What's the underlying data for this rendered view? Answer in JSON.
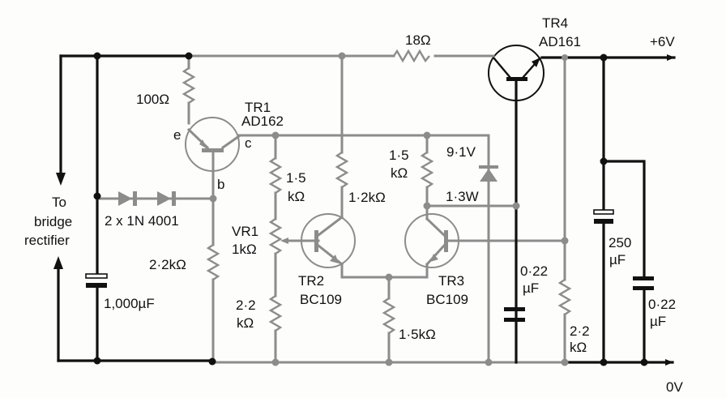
{
  "diagram": {
    "type": "circuit-schematic",
    "title": "6V regulated power supply",
    "terminals": {
      "positive_output": "+6V",
      "ground_output": "0V",
      "input_line1": "To",
      "input_line2": "bridge",
      "input_line3": "rectifier"
    },
    "components": {
      "r_100": "100Ω",
      "r_18": "18Ω",
      "tr1_name": "TR1",
      "tr1_part": "AD162",
      "tr1_e": "e",
      "tr1_c": "c",
      "tr1_b": "b",
      "diodes": "2 x 1N 4001",
      "r_2k2_left": "2·2kΩ",
      "c_1000": "1,000µF",
      "r_1k5_a1": "1·5",
      "r_1k5_a2": "kΩ",
      "vr1_name": "VR1",
      "vr1_val": "1kΩ",
      "r_2k2_mid1": "2·2",
      "r_2k2_mid2": "kΩ",
      "r_1k2": "1·2kΩ",
      "tr2_name": "TR2",
      "tr2_part": "BC109",
      "r_1k5_tail": "1·5kΩ",
      "r_1k5_b1": "1·5",
      "r_1k5_b2": "kΩ",
      "zener_v": "9·1V",
      "zener_w": "1·3W",
      "tr3_name": "TR3",
      "tr3_part": "BC109",
      "c_022_a1": "0·22",
      "c_022_a2": "µF",
      "r_2k2_right1": "2·2",
      "r_2k2_right2": "kΩ",
      "tr4_name": "TR4",
      "tr4_part": "AD161",
      "c_250_1": "250",
      "c_250_2": "µF",
      "c_022_b1": "0·22",
      "c_022_b2": "µF"
    }
  }
}
